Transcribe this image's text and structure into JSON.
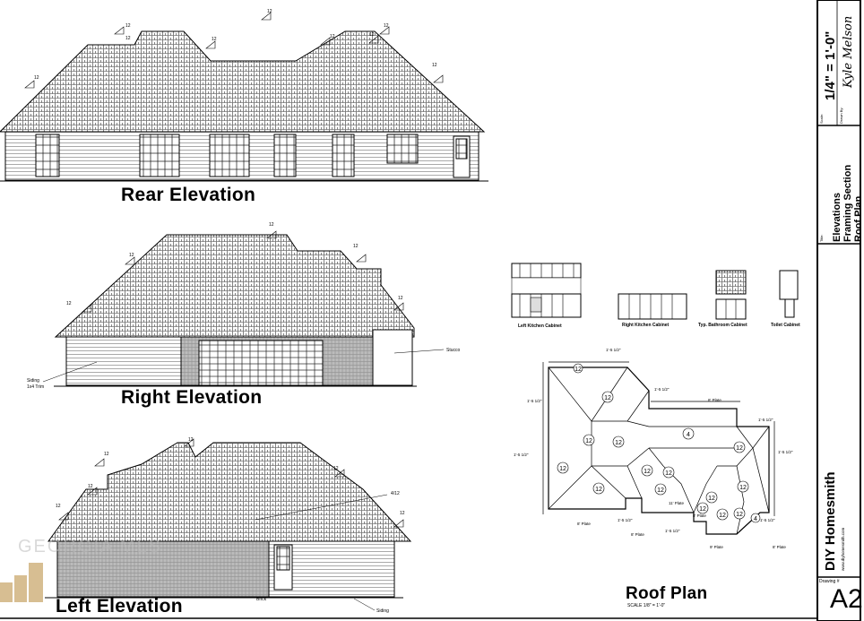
{
  "sheet": {
    "elevations": {
      "rear": {
        "title": "Rear Elevation",
        "pitches": [
          "12",
          "12",
          "12",
          "12",
          "12",
          "12",
          "12",
          "12",
          "12"
        ]
      },
      "right": {
        "title": "Right Elevation",
        "pitches": [
          "12",
          "12",
          "12",
          "12",
          "12"
        ],
        "notes": {
          "siding": "Siding",
          "trim": "1x4 Trim",
          "stucco": "Stucco"
        }
      },
      "left": {
        "title": "Left Elevation",
        "pitches": [
          "12",
          "12",
          "12",
          "12",
          "12",
          "12"
        ],
        "notes": {
          "pitch": "4/12",
          "brick": "Brick",
          "siding": "Siding"
        }
      }
    },
    "cabinets": [
      {
        "label": "Left Kitchen Cabinet"
      },
      {
        "label": "Right Kitchen Cabinet"
      },
      {
        "label": "Typ. Bathroom Cabinet"
      },
      {
        "label": "Toilet Cabinet"
      }
    ],
    "roof_plan": {
      "title": "Roof Plan",
      "scale": "SCALE 1/8\" = 1'-0\"",
      "pitch_marks": [
        "12",
        "12",
        "12",
        "12",
        "12",
        "12",
        "4",
        "12",
        "12",
        "12",
        "12",
        "12",
        "12",
        "12",
        "12",
        "12",
        "4"
      ],
      "dims": [
        "1'-5 1/2\"",
        "1'-5 1/2\"",
        "1'-5 1/2\"",
        "1'-5 1/2\"",
        "1'-5 1/2\"",
        "1'-5 1/2\"",
        "1'-5 1/2\"",
        "1'-5 1/2\"",
        "1'-5 1/2\""
      ],
      "plate_notes": [
        "8' Plate",
        "8' Plate",
        "8' Plate",
        "9' Plate",
        "11' Plate",
        "8' Plate",
        "8' Plate"
      ]
    },
    "title_block": {
      "scale_label": "Scale:",
      "scale": "1/4\" = 1'-0\"",
      "drawn_by_label": "Drawn By:",
      "drawn_by": "Kyle Melson",
      "title_label": "Title:",
      "title_lines": [
        "Elevations",
        "Framing Section",
        "Roof Plan"
      ],
      "company": "DIY Homesmith",
      "website": "www.diyhomesmith.com",
      "drawing_label": "Drawing #",
      "drawing_number": "A2"
    },
    "watermark": "GEORGIA MLS"
  }
}
